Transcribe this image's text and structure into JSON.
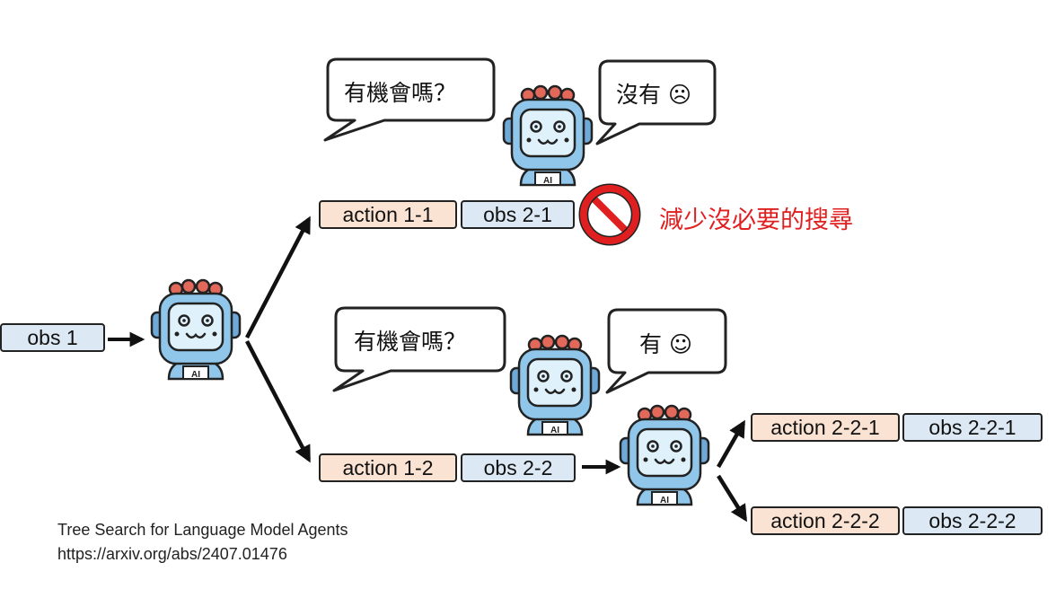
{
  "nodes": {
    "obs1": "obs 1",
    "action_1_1": "action 1-1",
    "obs_2_1": "obs 2-1",
    "action_1_2": "action 1-2",
    "obs_2_2": "obs 2-2",
    "action_2_2_1": "action 2-2-1",
    "obs_2_2_1": "obs 2-2-1",
    "action_2_2_2": "action 2-2-2",
    "obs_2_2_2": "obs 2-2-2"
  },
  "bubbles": {
    "top_question": "有機會嗎？",
    "top_answer": "沒有 ☹",
    "bottom_question": "有機會嗎？",
    "bottom_answer": "有 ☺"
  },
  "annotation": "減少沒必要的搜尋",
  "robot_badge": "AI",
  "reference": {
    "title": "Tree Search for Language Model Agents",
    "url": "https://arxiv.org/abs/2407.01476"
  },
  "colors": {
    "action_fill": "#fbe3d3",
    "obs_fill": "#dde8f5",
    "annotation": "#e02020",
    "prohibit": "#e02020",
    "robot_body": "#8fc6ea"
  },
  "icons": [
    "robot-icon",
    "speech-bubble",
    "prohibited-icon",
    "arrow"
  ]
}
